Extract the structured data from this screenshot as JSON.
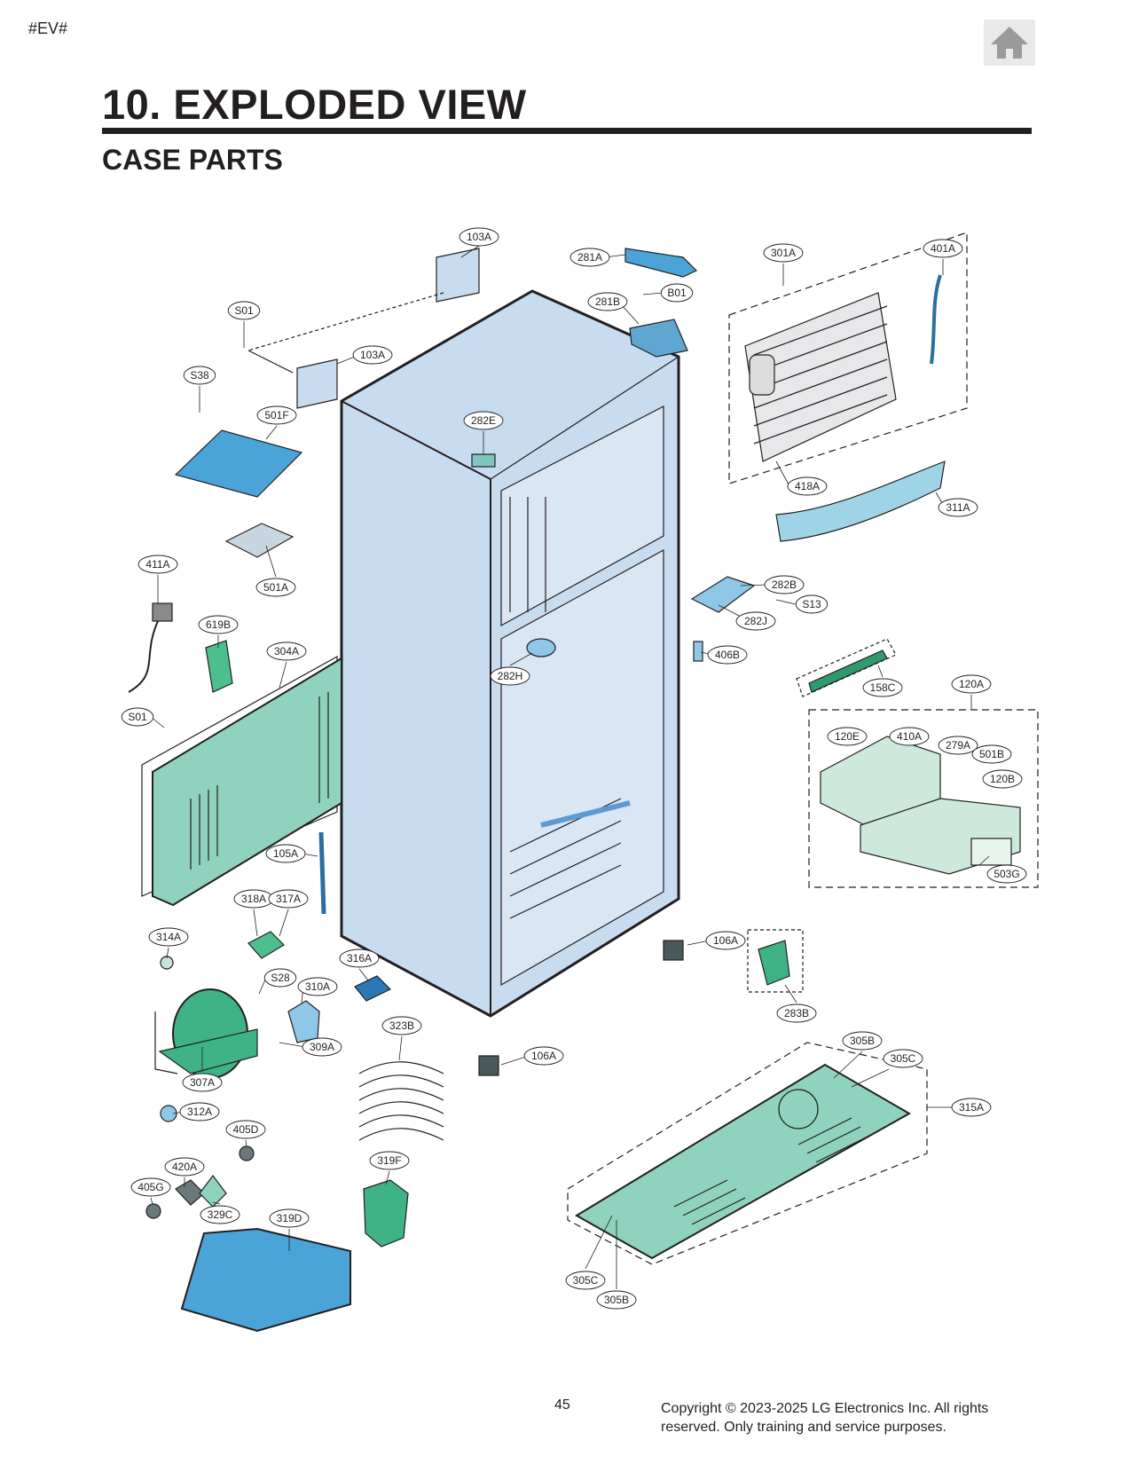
{
  "header": {
    "tag": "#EV#",
    "title": "10. EXPLODED VIEW",
    "subtitle": "CASE PARTS"
  },
  "home_icon": "home-icon",
  "part_labels": {
    "103A_top": "103A",
    "103A_left": "103A",
    "281A": "281A",
    "B01": "B01",
    "281B": "281B",
    "301A": "301A",
    "401A": "401A",
    "S01_top": "S01",
    "S38": "S38",
    "501F": "501F",
    "282E": "282E",
    "418A": "418A",
    "311A": "311A",
    "501A": "501A",
    "411A": "411A",
    "282B": "282B",
    "S13": "S13",
    "282J": "282J",
    "619B": "619B",
    "304A": "304A",
    "406B": "406B",
    "282H": "282H",
    "158C": "158C",
    "120A": "120A",
    "S01_left": "S01",
    "120E": "120E",
    "410A": "410A",
    "279A": "279A",
    "501B": "501B",
    "120B": "120B",
    "105A": "105A",
    "503G": "503G",
    "318A": "318A",
    "317A": "317A",
    "314A": "314A",
    "106A_right": "106A",
    "316A": "316A",
    "S28": "S28",
    "310A": "310A",
    "283B": "283B",
    "309A": "309A",
    "323B": "323B",
    "106A_bottom": "106A",
    "305B_top": "305B",
    "305C_top": "305C",
    "307A": "307A",
    "315A": "315A",
    "312A": "312A",
    "405D": "405D",
    "420A": "420A",
    "405G": "405G",
    "329C": "329C",
    "319D": "319D",
    "319F": "319F",
    "305C_bottom": "305C",
    "305B_bottom": "305B"
  },
  "footer": {
    "page_number": "45",
    "copyright": "Copyright © 2023-2025 LG Electronics Inc. All rights reserved. Only training and service purposes."
  }
}
